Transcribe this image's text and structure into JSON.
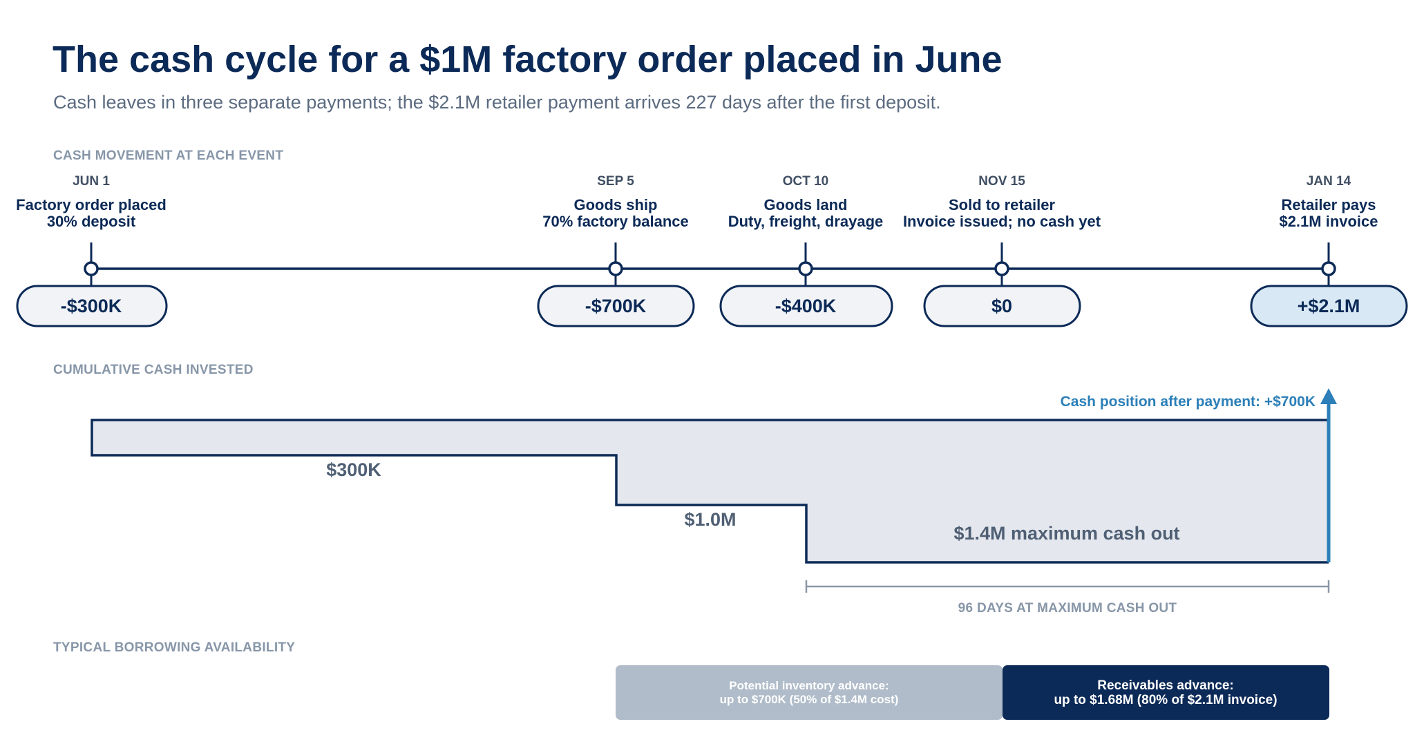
{
  "title": "The cash cycle for a $1M factory order placed in June",
  "subtitle": "Cash leaves in three separate payments; the $2.1M retailer payment arrives 227 days after the first deposit.",
  "sections": {
    "movement": "CASH MOVEMENT AT EACH EVENT",
    "cumulative": "CUMULATIVE CASH INVESTED",
    "borrowing": "TYPICAL BORROWING AVAILABILITY"
  },
  "events": [
    {
      "date": "JUN 1",
      "line1": "Factory order placed",
      "line2": "30% deposit",
      "amount": "-$300K",
      "inflow": false
    },
    {
      "date": "SEP 5",
      "line1": "Goods ship",
      "line2": "70% factory balance",
      "amount": "-$700K",
      "inflow": false
    },
    {
      "date": "OCT 10",
      "line1": "Goods land",
      "line2": "Duty, freight, drayage",
      "amount": "-$400K",
      "inflow": false
    },
    {
      "date": "NOV 15",
      "line1": "Sold to retailer",
      "line2": "Invoice issued; no cash yet",
      "amount": "$0",
      "inflow": false
    },
    {
      "date": "JAN 14",
      "line1": "Retailer pays",
      "line2": "$2.1M invoice",
      "amount": "+$2.1M",
      "inflow": true
    }
  ],
  "cumulative": {
    "levels": [
      {
        "label": "$300K",
        "value": 300
      },
      {
        "label": "$1.0M",
        "value": 1000
      },
      {
        "label": "$1.4M maximum cash out",
        "value": 1400
      }
    ],
    "arrow_label": "Cash position after payment: +$700K",
    "duration_label": "96 DAYS AT MAXIMUM CASH OUT"
  },
  "borrowing": {
    "inventory_line1": "Potential inventory advance:",
    "inventory_line2": "up to $700K (50% of $1.4M cost)",
    "receivables_line1": "Receivables advance:",
    "receivables_line2": "up to $1.68M (80% of $2.1M invoice)"
  },
  "colors": {
    "navy": "#0c2a57",
    "pill_fill": "#f1f3f7",
    "pill_fill_inflow": "#d8e8f5",
    "area_fill": "#e4e8ee",
    "inflow_arrow": "#2c7fb8",
    "inventory_bar": "#b0bcc9",
    "receivables_bar": "#0c2a57",
    "duration_bracket": "#8a97a6"
  }
}
